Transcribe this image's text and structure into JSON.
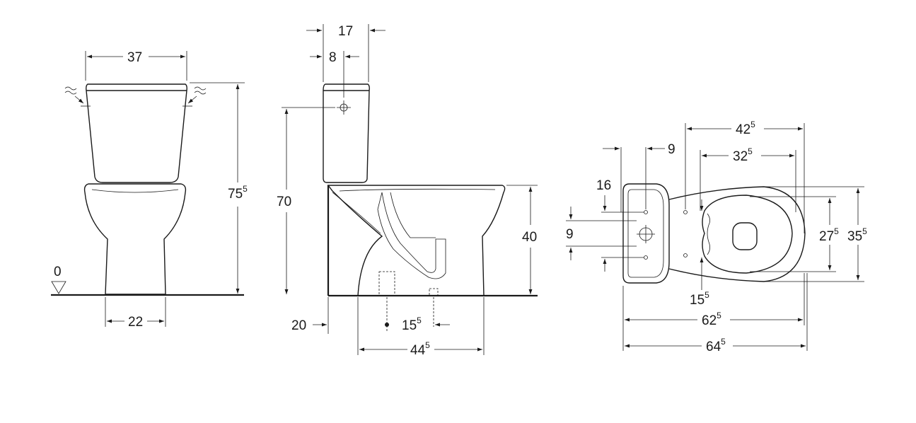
{
  "front_view": {
    "width_top": "37",
    "height_total": {
      "main": "75",
      "sup": "5"
    },
    "base_width": "22",
    "floor_level": "0"
  },
  "side_view": {
    "tank_depth": "17",
    "inlet_offset": "8",
    "inlet_height": "70",
    "bowl_height": "40",
    "wall_offset": "20",
    "outlet_offset": {
      "main": "15",
      "sup": "5"
    },
    "total_depth": {
      "main": "44",
      "sup": "5"
    }
  },
  "top_view": {
    "bolt_spacing_offset": "9",
    "seat_hole_distance": "16",
    "fixing_spacing": "9",
    "width_a": {
      "main": "42",
      "sup": "5"
    },
    "width_b": {
      "main": "32",
      "sup": "5"
    },
    "width_c": {
      "main": "15",
      "sup": "5"
    },
    "length_a": {
      "main": "62",
      "sup": "5"
    },
    "length_b": {
      "main": "64",
      "sup": "5"
    },
    "seat_width": {
      "main": "27",
      "sup": "5"
    },
    "bowl_width": {
      "main": "35",
      "sup": "5"
    }
  }
}
